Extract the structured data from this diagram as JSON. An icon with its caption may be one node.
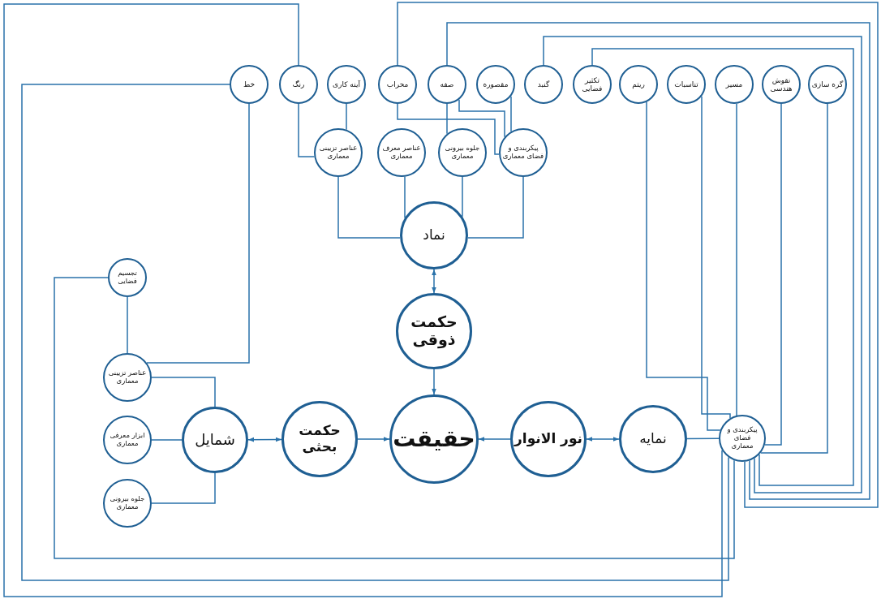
{
  "diagram": {
    "nodes": [
      {
        "text": [
          "خط"
        ]
      },
      {
        "text": [
          "رنگ"
        ]
      },
      {
        "text": [
          "آینه کاری"
        ]
      },
      {
        "text": [
          "محراب"
        ]
      },
      {
        "text": [
          "صفه"
        ]
      },
      {
        "text": [
          "مقصوره"
        ]
      },
      {
        "text": [
          "گنبد"
        ]
      },
      {
        "text": [
          "تکثیر فضایی"
        ]
      },
      {
        "text": [
          "ریتم"
        ]
      },
      {
        "text": [
          "تناسبات"
        ]
      },
      {
        "text": [
          "مسیر"
        ]
      },
      {
        "text": [
          "نقوش هندسی"
        ]
      },
      {
        "text": [
          "گره سازی"
        ]
      },
      {
        "text": [
          "عناصر تزیینی معماری"
        ]
      },
      {
        "text": [
          "عناصر معرف معماری"
        ]
      },
      {
        "text": [
          "جلوه بیرونی معماری"
        ]
      },
      {
        "text": [
          "پیکربندی و فضای معماری"
        ]
      },
      {
        "text": [
          "نماد"
        ]
      },
      {
        "text": [
          "تجسیم فضایی"
        ]
      },
      {
        "text": [
          "حکمت ذوقی"
        ]
      },
      {
        "text": [
          "عناصر تزیینی معماری"
        ]
      },
      {
        "text": [
          "شمایل"
        ]
      },
      {
        "text": [
          "حکمت بحثی"
        ]
      },
      {
        "text": [
          "حقیقت"
        ]
      },
      {
        "text": [
          "نور الانوار"
        ]
      },
      {
        "text": [
          "نمایه"
        ]
      },
      {
        "text": [
          "پیکربندی و فضای معماری"
        ]
      },
      {
        "text": [
          "ابزار معرفی معماری"
        ]
      },
      {
        "text": [
          "جلوه بیرونی معماری"
        ]
      }
    ],
    "edges": [
      {
        "from": 17,
        "to": 19,
        "arrow": "both"
      },
      {
        "from": 19,
        "to": 23,
        "arrow": "to"
      },
      {
        "from": 22,
        "to": 23,
        "arrow": "to"
      },
      {
        "from": 24,
        "to": 23,
        "arrow": "to"
      },
      {
        "from": 21,
        "to": 22,
        "arrow": "both"
      },
      {
        "from": 25,
        "to": 24,
        "arrow": "both"
      },
      {
        "from": 25,
        "to": 26,
        "arrow": "none"
      },
      {
        "from": 17,
        "to": 13,
        "arrow": "none"
      },
      {
        "from": 17,
        "to": 14,
        "arrow": "none"
      },
      {
        "from": 17,
        "to": 15,
        "arrow": "none"
      },
      {
        "from": 17,
        "to": 16,
        "arrow": "none"
      },
      {
        "from": 1,
        "to": 13,
        "arrow": "none"
      },
      {
        "from": 2,
        "to": 13,
        "arrow": "none"
      },
      {
        "from": 3,
        "to": 16,
        "arrow": "none"
      },
      {
        "from": 4,
        "to": 15,
        "arrow": "none"
      },
      {
        "from": 4,
        "to": 16,
        "arrow": "none"
      },
      {
        "from": 5,
        "to": 16,
        "arrow": "none"
      },
      {
        "from": 0,
        "to": 20,
        "arrow": "none"
      },
      {
        "from": 0,
        "to": 26,
        "arrow": "none"
      },
      {
        "from": 1,
        "to": 26,
        "arrow": "none"
      },
      {
        "from": 3,
        "to": 26,
        "arrow": "none"
      },
      {
        "from": 4,
        "to": 26,
        "arrow": "none"
      },
      {
        "from": 6,
        "to": 26,
        "arrow": "none"
      },
      {
        "from": 7,
        "to": 26,
        "arrow": "none"
      },
      {
        "from": 8,
        "to": 26,
        "arrow": "none"
      },
      {
        "from": 9,
        "to": 26,
        "arrow": "none"
      },
      {
        "from": 10,
        "to": 26,
        "arrow": "none"
      },
      {
        "from": 11,
        "to": 26,
        "arrow": "none"
      },
      {
        "from": 12,
        "to": 26,
        "arrow": "none"
      },
      {
        "from": 18,
        "to": 26,
        "arrow": "none"
      },
      {
        "from": 18,
        "to": 20,
        "arrow": "none"
      },
      {
        "from": 20,
        "to": 21,
        "arrow": "none"
      },
      {
        "from": 27,
        "to": 21,
        "arrow": "none"
      },
      {
        "from": 28,
        "to": 21,
        "arrow": "none"
      }
    ]
  }
}
